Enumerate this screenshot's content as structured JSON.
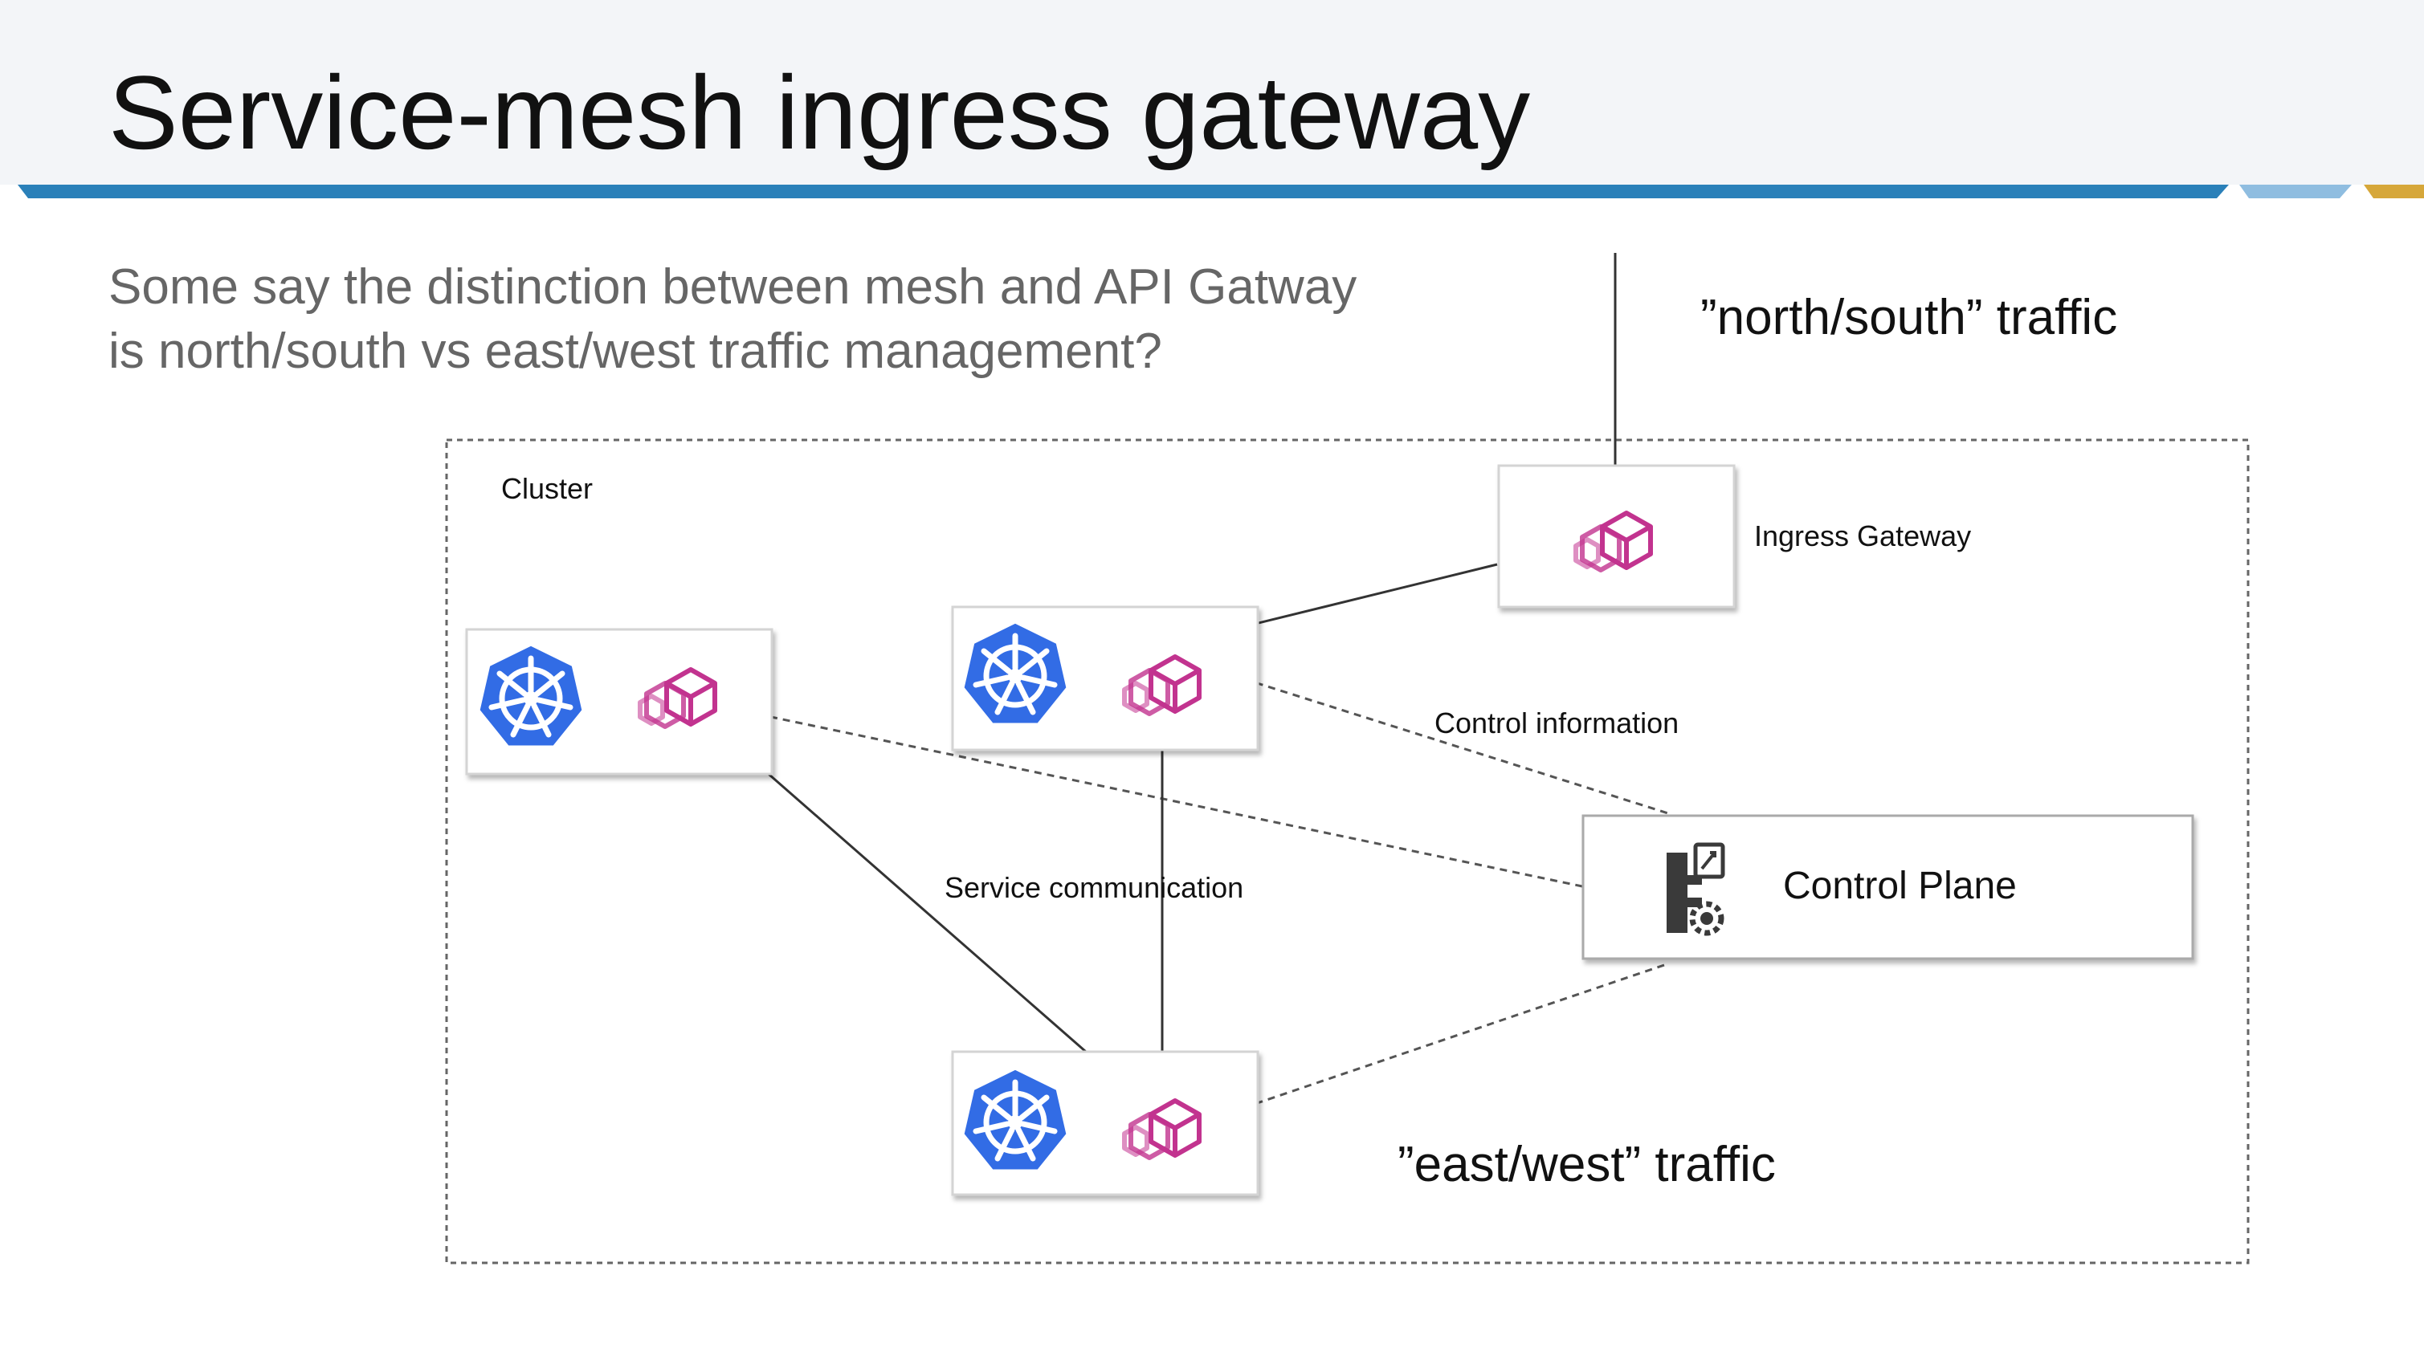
{
  "slide": {
    "title": "Service-mesh ingress gateway",
    "subtitle_line1": "Some say the distinction between mesh and API Gatway",
    "subtitle_line2": "is north/south vs east/west traffic management?"
  },
  "diagram": {
    "cluster_label": "Cluster",
    "ingress_label": "Ingress Gateway",
    "control_plane_label": "Control Plane",
    "control_info_label": "Control information",
    "service_comm_label": "Service communication",
    "north_south_label": "”north/south” traffic",
    "east_west_label": "”east/west” traffic"
  },
  "colors": {
    "title_bar_blue": "#2a80b9",
    "title_bar_light": "#8fbde0",
    "title_bar_gold": "#d6a73a",
    "kubernetes_blue": "#326ce5",
    "envoy_magenta": "#c2338f",
    "subtitle_gray": "#666666"
  },
  "icons": {
    "pod": [
      "kubernetes-icon",
      "envoy-icon"
    ],
    "ingress": "envoy-icon",
    "control_plane": "server-gear-icon"
  }
}
